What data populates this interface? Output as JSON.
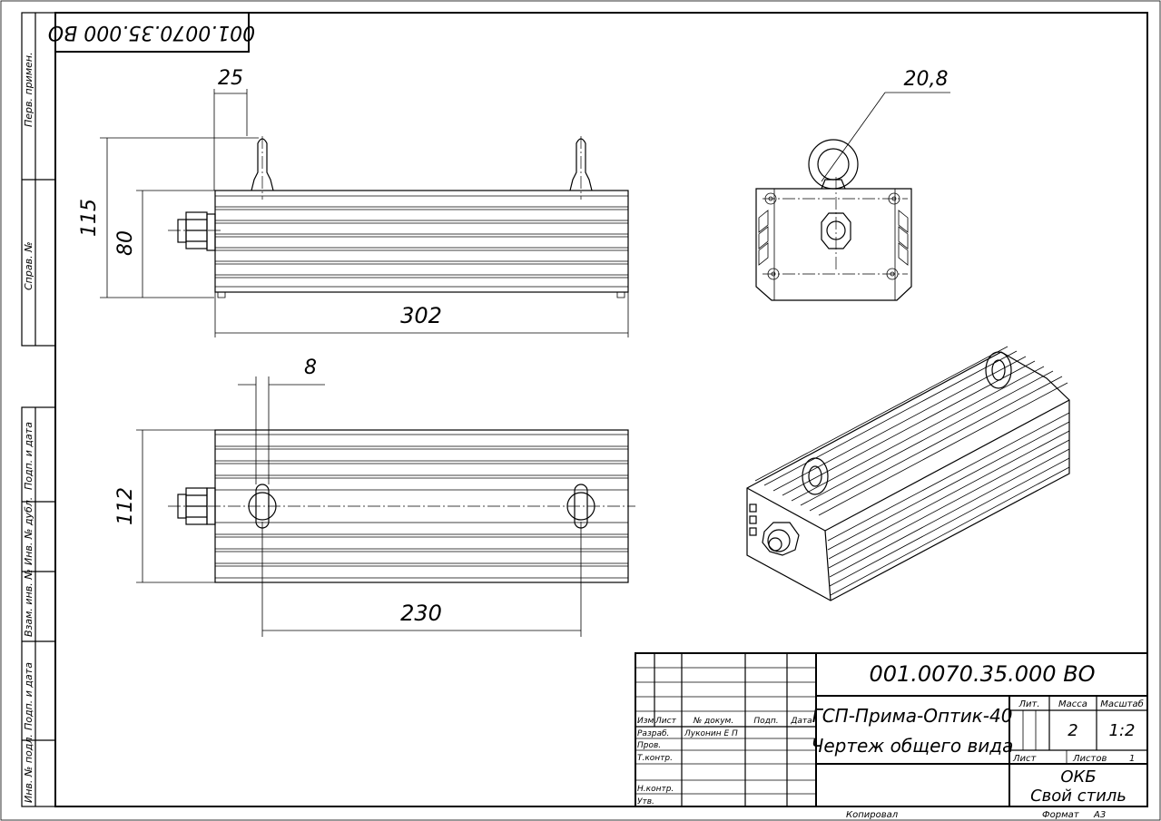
{
  "drawing": {
    "number": "001.0070.35.000 ВО",
    "number_rotated": "001.0070.35.000 ВО",
    "product_name": "ГСП-Прима-Оптик-40",
    "document_name": "Чертеж общего вида",
    "organization_line1": "ОКБ",
    "organization_line2": "Свой стиль",
    "mass": "2",
    "scale": "1:2",
    "sheets_count": "1",
    "copied_label": "Копировал",
    "format_label": "Формат",
    "format_value": "А3"
  },
  "title_block": {
    "col_izm": "Изм",
    "col_list": "Лист",
    "col_doc": "№ докум.",
    "col_sign": "Подп.",
    "col_date": "Дата",
    "row_razrab": "Разраб.",
    "razrab_name": "Луконин Е П",
    "row_prov": "Пров.",
    "row_tkontr": "Т.контр.",
    "row_nkontr": "Н.контр.",
    "row_utv": "Утв.",
    "lit_label": "Лит.",
    "mass_label": "Масса",
    "scale_label": "Масштаб",
    "sheet_label": "Лист",
    "sheets_label": "Листов"
  },
  "side_strip": {
    "perv_primen": "Перв. примен.",
    "sprav_no": "Справ. №",
    "podp_data_1": "Подп. и дата",
    "inv_dubl": "Инв. № дубл.",
    "vzam_inv": "Взам. инв. №",
    "podp_data_2": "Подп. и дата",
    "inv_podl": "Инв. № подл."
  },
  "dimensions": {
    "d25": "25",
    "d115": "115",
    "d80": "80",
    "d302": "302",
    "d20_8": "20,8",
    "d8": "8",
    "d112": "112",
    "d230": "230"
  }
}
